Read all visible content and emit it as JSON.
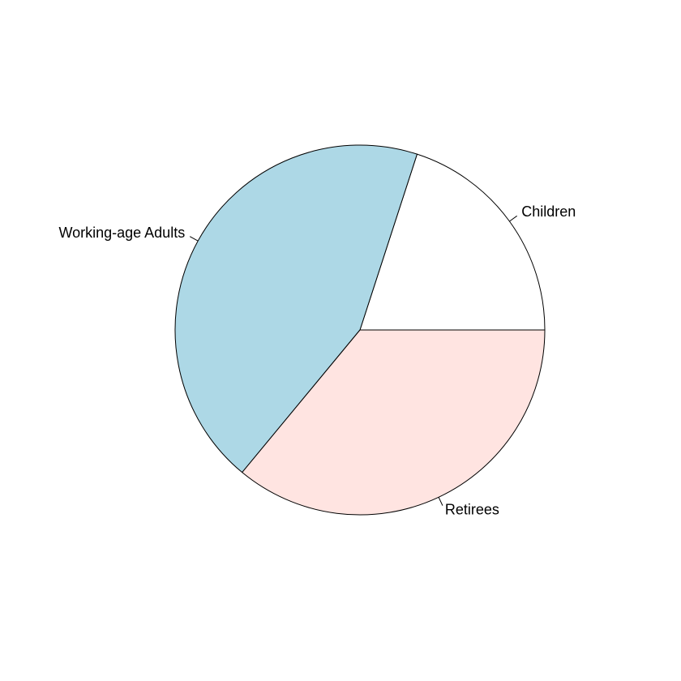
{
  "chart_data": {
    "type": "pie",
    "slices": [
      {
        "label": "Children",
        "value": 20,
        "color": "#ffffff"
      },
      {
        "label": "Working-age Adults",
        "value": 44,
        "color": "#add8e6"
      },
      {
        "label": "Retirees",
        "value": 36,
        "color": "#ffe4e1"
      }
    ],
    "start_angle_deg": 0,
    "direction": "counterclockwise",
    "border_color": "#000000"
  }
}
